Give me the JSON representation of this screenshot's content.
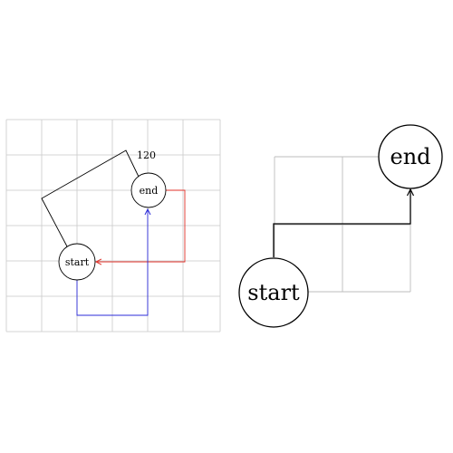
{
  "left_diagram": {
    "start_label": "start",
    "end_label": "end",
    "angle_label": "120",
    "colors": {
      "grid": "#c8c8c8",
      "path_black": "#000000",
      "path_red": "#e0322a",
      "path_blue": "#2b2bd8"
    }
  },
  "right_diagram": {
    "start_label": "start",
    "end_label": "end",
    "colors": {
      "grid": "#bdbdbd",
      "path": "#000000"
    }
  }
}
